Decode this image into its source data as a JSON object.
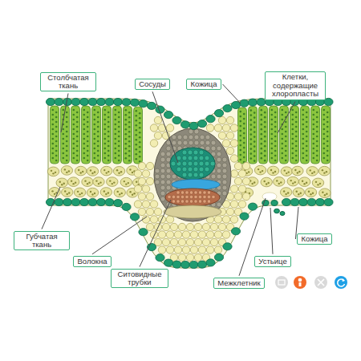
{
  "diagram": {
    "nodes": [
      {
        "text": [
          "Столбчатая ткань"
        ]
      },
      {
        "text": [
          "Сосуды"
        ]
      },
      {
        "text": [
          "Кожица"
        ]
      },
      {
        "text": [
          "Клетки, содержащие хлоропласты"
        ]
      },
      {
        "text": [
          "Губчатая ткань"
        ]
      },
      {
        "text": [
          "Кожица"
        ]
      },
      {
        "text": [
          "Волокна"
        ]
      },
      {
        "text": [
          "Устьице"
        ]
      },
      {
        "text": [
          "Ситовидные трубки"
        ]
      },
      {
        "text": [
          "Межклетник"
        ]
      }
    ]
  }
}
